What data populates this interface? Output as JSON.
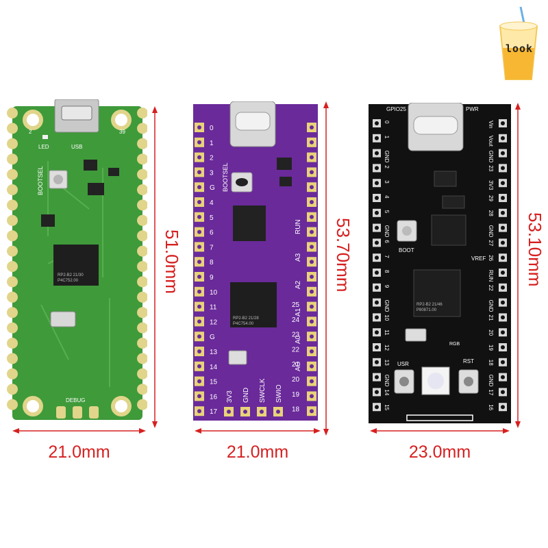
{
  "logo": {
    "text": "look"
  },
  "boards": [
    {
      "name": "green-pico",
      "colors": {
        "pcb": "#3f9a3a",
        "pad": "#e0d58a",
        "trace": "#57b04f"
      },
      "silkscreen": {
        "led": "LED",
        "usb": "USB",
        "bootsel": "BOOTSEL",
        "debug": "DEBUG",
        "pin_left_top": "2",
        "pin_right_top": "39",
        "chip_line1": "RP2-B2  21/30",
        "chip_line2": "P4C752.00"
      },
      "height_label": "51.0mm",
      "width_label": "21.0mm"
    },
    {
      "name": "purple-board",
      "colors": {
        "pcb": "#6a2a9a",
        "pad": "#e8d37a",
        "silk": "#ffffff"
      },
      "silkscreen": {
        "left_pins": [
          "0",
          "1",
          "2",
          "3",
          "G",
          "4",
          "5",
          "6",
          "7",
          "8",
          "9",
          "10",
          "11",
          "12",
          "G",
          "13",
          "14",
          "15",
          "16",
          "17"
        ],
        "right_pins": [
          "25",
          "24",
          "23",
          "22",
          "21",
          "20",
          "19",
          "18"
        ],
        "bootsel": "BOOTSEL",
        "analog_row": [
          "RUN",
          "A3",
          "A2",
          "A1",
          "A0",
          "AG"
        ],
        "bottom_row": [
          "3V3",
          "GND",
          "SWCLK",
          "SWIO"
        ],
        "chip_line1": "RP2-B2  21/28",
        "chip_line2": "P4C754.00"
      },
      "height_label": "53.70mm",
      "width_label": "21.0mm"
    },
    {
      "name": "black-board",
      "colors": {
        "pcb": "#111111",
        "pad": "#d8d8d8",
        "silk": "#ffffff"
      },
      "silkscreen": {
        "top_left": "GPIO25",
        "top_right": "PWR",
        "left_pins": [
          "0",
          "1",
          "GND",
          "2",
          "3",
          "4",
          "5",
          "GND",
          "6",
          "7",
          "8",
          "9",
          "GND",
          "10",
          "11",
          "12",
          "13",
          "GND",
          "14",
          "15"
        ],
        "right_pins": [
          "Vin",
          "Vout",
          "GND",
          "23",
          "3V3",
          "29",
          "28",
          "GND",
          "27",
          "26",
          "RUN",
          "22",
          "GND",
          "21",
          "20",
          "19",
          "18",
          "GND",
          "17",
          "16"
        ],
        "boot": "BOOT",
        "usr": "USR",
        "rst": "RST",
        "rgb": "RGB",
        "vref": "VREF",
        "chip_line1": "RP2-B2  21/46",
        "chip_line2": "P80871.00"
      },
      "height_label": "53.10mm",
      "width_label": "23.0mm"
    }
  ]
}
